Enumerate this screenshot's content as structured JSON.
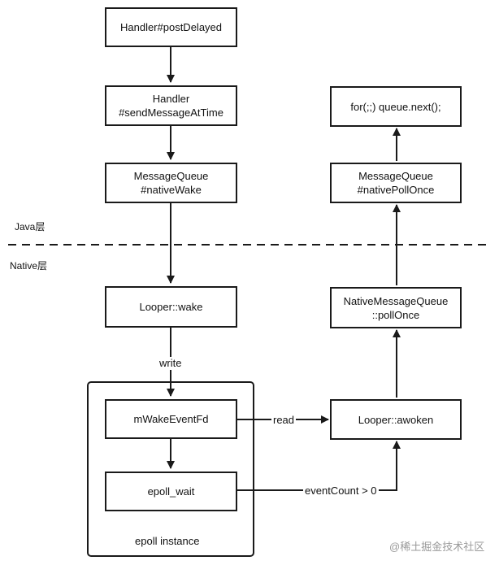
{
  "nodes": {
    "post_delayed": "Handler#postDelayed",
    "send_message_at_time": "Handler\n#sendMessageAtTime",
    "native_wake": "MessageQueue\n#nativeWake",
    "looper_wake": "Looper::wake",
    "m_wake_event_fd": "mWakeEventFd",
    "epoll_wait": "epoll_wait",
    "looper_awoken": "Looper::awoken",
    "native_poll_once_mq": "NativeMessageQueue\n::pollOnce",
    "message_queue_native_poll_once": "MessageQueue\n#nativePollOnce",
    "queue_next": "for(;;) queue.next();"
  },
  "container": {
    "label": "epoll instance"
  },
  "edge_labels": {
    "write": "write",
    "read": "read",
    "event_count": "eventCount > 0"
  },
  "layers": {
    "java": "Java层",
    "native": "Native层"
  },
  "watermark": "@稀土掘金技术社区",
  "colors": {
    "stroke": "#1a1a1a",
    "background": "#ffffff",
    "watermark": "#9a9a9a"
  }
}
